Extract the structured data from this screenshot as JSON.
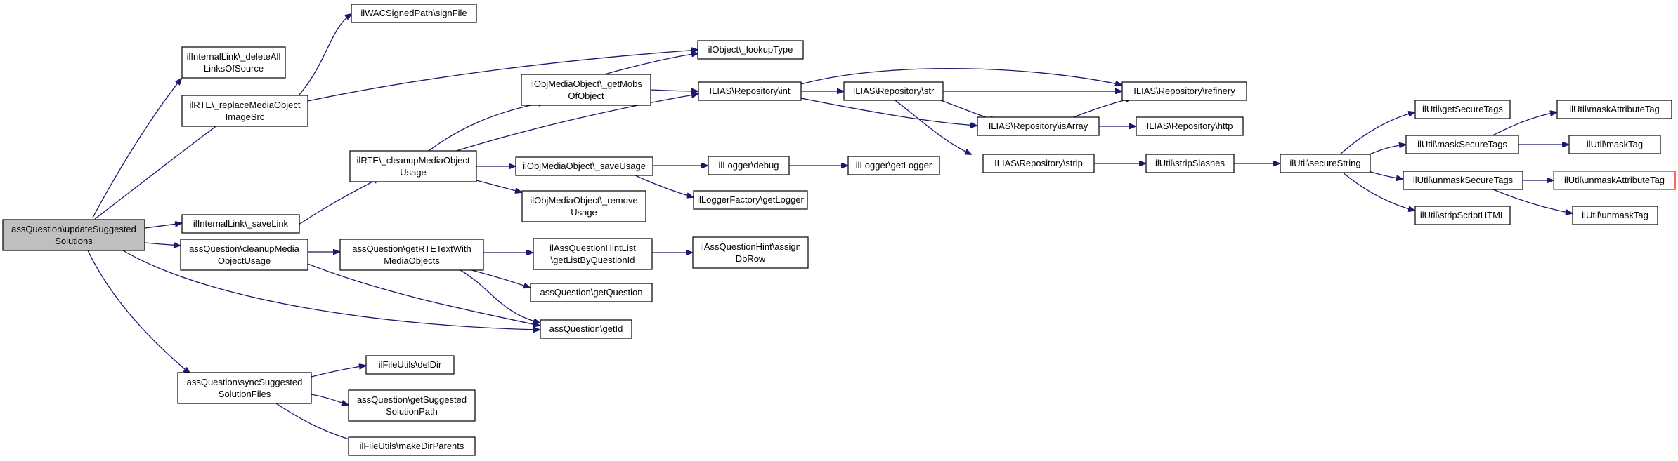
{
  "colors": {
    "edge": "#191970",
    "root_fill": "#bfbfbf",
    "highlight_border": "#ff0000",
    "node_border": "#000000"
  },
  "nodes": {
    "root": [
      "assQuestion\\updateSuggested",
      "Solutions"
    ],
    "deleteAll": [
      "ilInternalLink\\_deleteAll",
      "LinksOfSource"
    ],
    "replaceMedia": [
      "ilRTE\\_replaceMediaObject",
      "ImageSrc"
    ],
    "saveLink": [
      "ilInternalLink\\_saveLink"
    ],
    "cleanupMedia": [
      "assQuestion\\cleanupMedia",
      "ObjectUsage"
    ],
    "syncSugg": [
      "assQuestion\\syncSuggested",
      "SolutionFiles"
    ],
    "signFile": [
      "ilWACSignedPath\\signFile"
    ],
    "lookupType": [
      "ilObject\\_lookupType"
    ],
    "getMobs": [
      "ilObjMediaObject\\_getMobs",
      "OfObject"
    ],
    "rteCleanup": [
      "ilRTE\\_cleanupMediaObject",
      "Usage"
    ],
    "getRTEText": [
      "assQuestion\\getRTETextWith",
      "MediaObjects"
    ],
    "delDir": [
      "ilFileUtils\\delDir"
    ],
    "getSuggPath": [
      "assQuestion\\getSuggested",
      "SolutionPath"
    ],
    "makeDirParents": [
      "ilFileUtils\\makeDirParents"
    ],
    "repoInt": [
      "ILIAS\\Repository\\int"
    ],
    "saveUsage": [
      "ilObjMediaObject\\_saveUsage"
    ],
    "removeUsage": [
      "ilObjMediaObject\\_remove",
      "Usage"
    ],
    "hintList": [
      "ilAssQuestionHintList",
      "\\getListByQuestionId"
    ],
    "getQuestion": [
      "assQuestion\\getQuestion"
    ],
    "getId": [
      "assQuestion\\getId"
    ],
    "repoStr": [
      "ILIAS\\Repository\\str"
    ],
    "loggerDebug": [
      "ilLogger\\debug"
    ],
    "loggerFactory": [
      "ilLoggerFactory\\getLogger"
    ],
    "hintAssign": [
      "ilAssQuestionHint\\assign",
      "DbRow"
    ],
    "repoRefinery": [
      "ILIAS\\Repository\\refinery"
    ],
    "repoIsArray": [
      "ILIAS\\Repository\\isArray"
    ],
    "repoStrip": [
      "ILIAS\\Repository\\strip"
    ],
    "getLogger": [
      "ilLogger\\getLogger"
    ],
    "repoHttp": [
      "ILIAS\\Repository\\http"
    ],
    "stripSlashes": [
      "ilUtil\\stripSlashes"
    ],
    "secureString": [
      "ilUtil\\secureString"
    ],
    "getSecureTags": [
      "ilUtil\\getSecureTags"
    ],
    "maskSecureTags": [
      "ilUtil\\maskSecureTags"
    ],
    "unmaskSecureTags": [
      "ilUtil\\unmaskSecureTags"
    ],
    "stripScriptHTML": [
      "ilUtil\\stripScriptHTML"
    ],
    "maskAttributeTag": [
      "ilUtil\\maskAttributeTag"
    ],
    "maskTag": [
      "ilUtil\\maskTag"
    ],
    "unmaskAttributeTag": [
      "ilUtil\\unmaskAttributeTag"
    ],
    "unmaskTag": [
      "ilUtil\\unmaskTag"
    ]
  }
}
